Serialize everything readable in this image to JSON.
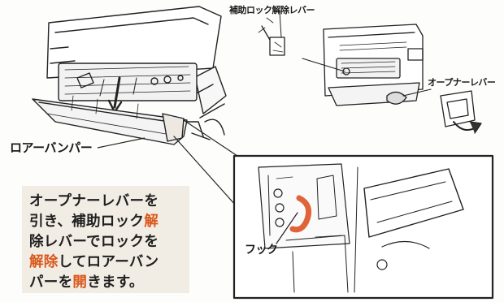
{
  "labels": {
    "assist_lock_release_lever": "補助ロック解除レバー",
    "opener_lever": "オープナーレバー",
    "lower_bumper": "ロアーバンパー",
    "hook": "フック"
  },
  "instruction": {
    "lines": [
      [
        {
          "text": "オープナーレバーを",
          "highlight": false
        }
      ],
      [
        {
          "text": "引き、補助ロック",
          "highlight": false
        },
        {
          "text": "解",
          "highlight": true
        }
      ],
      [
        {
          "text": "除レバーでロックを",
          "highlight": false
        }
      ],
      [
        {
          "text": "解除",
          "highlight": true
        },
        {
          "text": "してロアーバン",
          "highlight": false
        }
      ],
      [
        {
          "text": "パーを",
          "highlight": false
        },
        {
          "text": "開",
          "highlight": true
        },
        {
          "text": "きます。",
          "highlight": false
        }
      ]
    ]
  },
  "colors": {
    "highlight": "#d9581a",
    "hook_marker": "#e0643a",
    "instruction_bg": "#f1ece4",
    "line": "#1f1f1f"
  }
}
